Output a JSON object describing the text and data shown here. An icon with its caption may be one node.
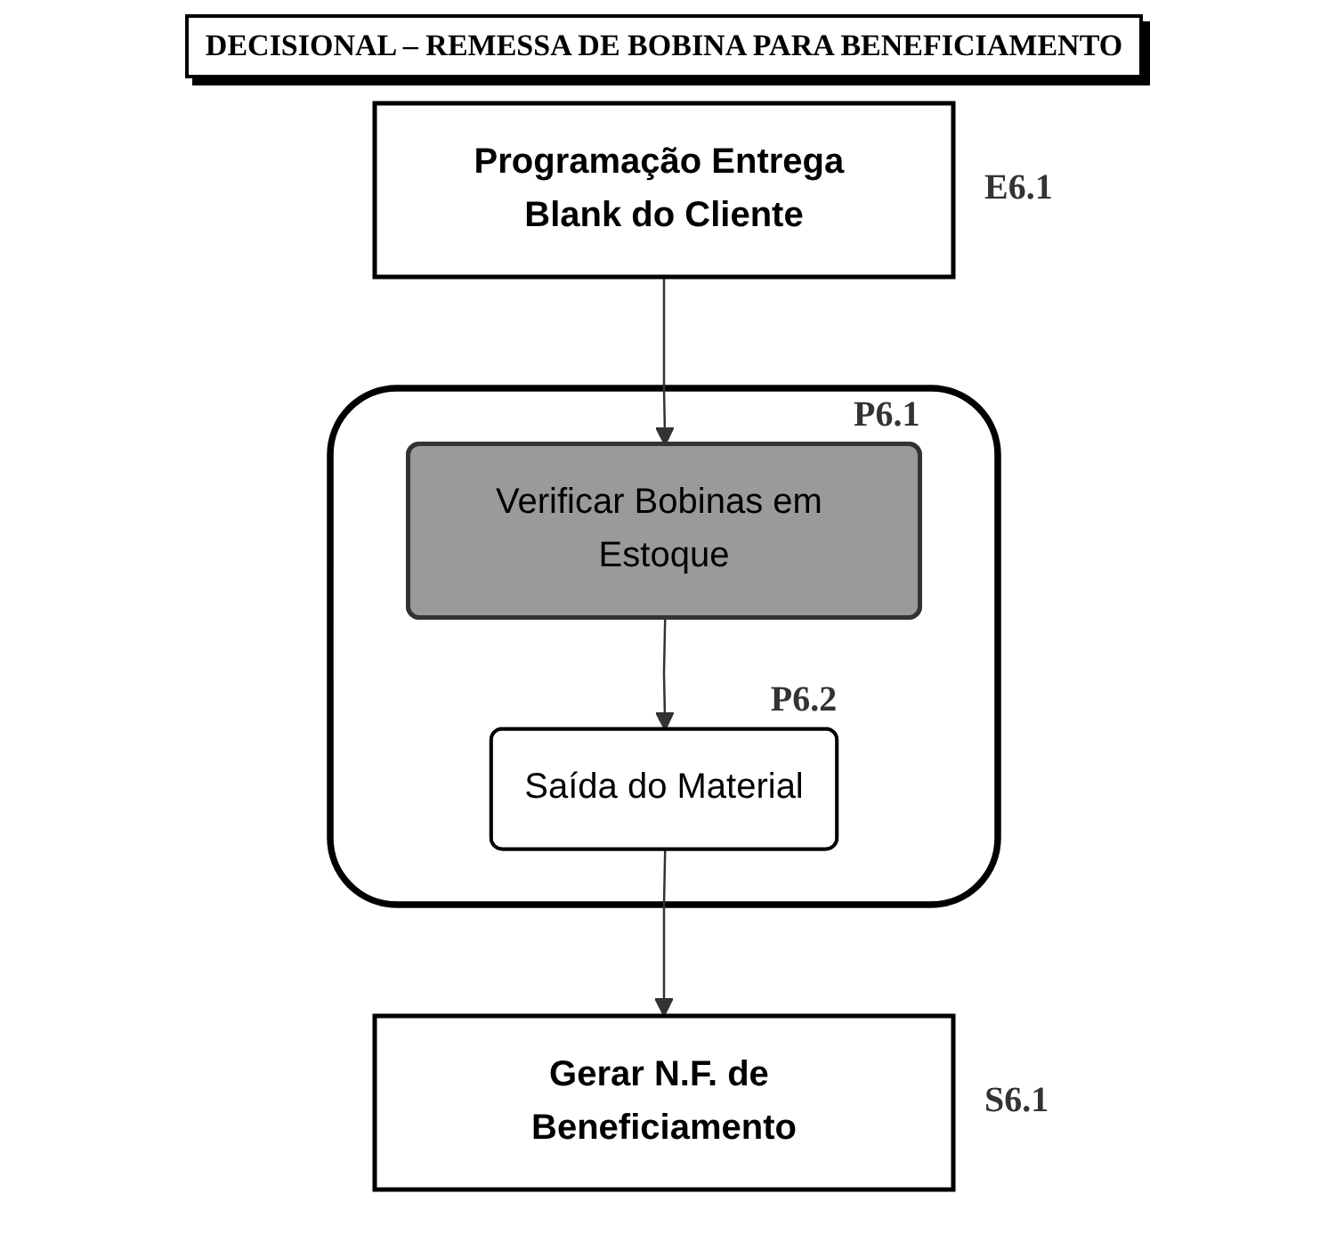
{
  "diagram": {
    "title": "DECISIONAL – REMESSA DE BOBINA PARA BENEFICIAMENTO",
    "nodes": [
      {
        "text": [
          "Programação Entrega Blank do Cliente"
        ],
        "beside": [
          "E6.1"
        ]
      },
      {
        "text": [],
        "shape": "box"
      },
      {
        "text": [
          "Verificar Bobinas em Estoque"
        ],
        "in": 1,
        "beside": [
          "P6.1"
        ]
      },
      {
        "text": [
          "Saída do Material"
        ],
        "in": 1,
        "beside": [
          "P6.2"
        ]
      },
      {
        "text": [
          "Gerar N.F. de Beneficiamento"
        ],
        "beside": [
          "S6.1"
        ]
      }
    ],
    "edges": [
      {
        "from": 0,
        "to": 2,
        "arrow": "to"
      },
      {
        "from": 2,
        "to": 3,
        "arrow": "to"
      },
      {
        "from": 3,
        "to": 4,
        "arrow": "to"
      }
    ]
  }
}
